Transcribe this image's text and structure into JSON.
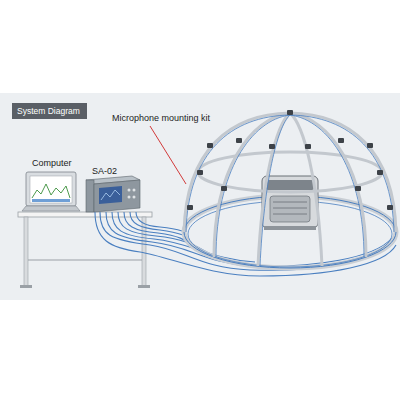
{
  "diagram": {
    "nodes": [
      {
        "text": [
          "System Diagram"
        ]
      }
    ],
    "labels": [
      "Computer",
      "SA-02",
      "Microphone mounting kit"
    ]
  }
}
